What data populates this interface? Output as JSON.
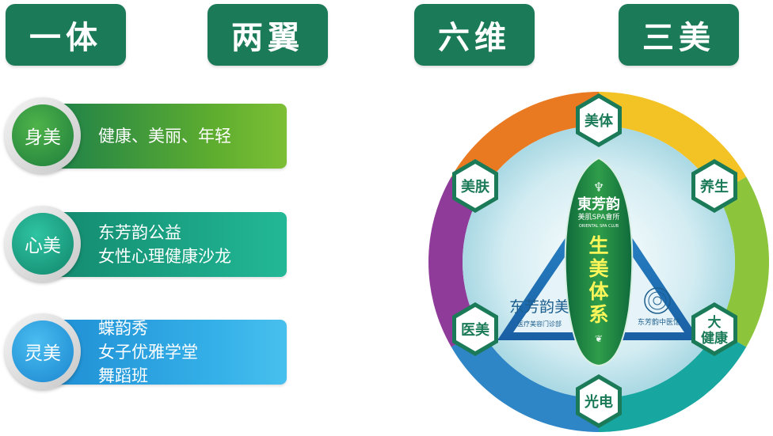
{
  "header_tabs": [
    "一体",
    "两翼",
    "六维",
    "三美"
  ],
  "left_rows": [
    {
      "title": "身美",
      "lines": [
        "健康、美丽、年轻"
      ]
    },
    {
      "title": "心美",
      "lines": [
        "东芳韵公益",
        "女性心理健康沙龙"
      ]
    },
    {
      "title": "灵美",
      "lines": [
        "蝶韵秀",
        "女子优雅学堂",
        "舞蹈班"
      ]
    }
  ],
  "wheel": {
    "center_brand": "東芳韵",
    "center_brand_sub": "美肌SPA會所",
    "center_brand_en": "ORIENTAL SPA CLUB",
    "center_title": [
      "生",
      "美",
      "体",
      "系"
    ],
    "left_wing": {
      "title": "东芳韵美",
      "sub": "医疗美容门诊部"
    },
    "right_wing": {
      "title": "东芳韵中医馆"
    },
    "hexagons": [
      {
        "id": "top",
        "label": [
          "美体"
        ]
      },
      {
        "id": "upper-right",
        "label": [
          "养生"
        ]
      },
      {
        "id": "lower-right",
        "label": [
          "大",
          "健康"
        ]
      },
      {
        "id": "bottom",
        "label": [
          "光电"
        ]
      },
      {
        "id": "lower-left",
        "label": [
          "医美"
        ]
      },
      {
        "id": "upper-left",
        "label": [
          "美肤"
        ]
      }
    ]
  },
  "colors": {
    "tab": "#1b7a58",
    "ring_orange": "#ea7a22",
    "ring_yellow": "#f3c225",
    "ring_lightgreen": "#8cc43c",
    "ring_teal": "#17a6a0",
    "ring_blue": "#2f86c6",
    "ring_purple": "#8f3b9a",
    "hex_text": "#1b7a58"
  }
}
